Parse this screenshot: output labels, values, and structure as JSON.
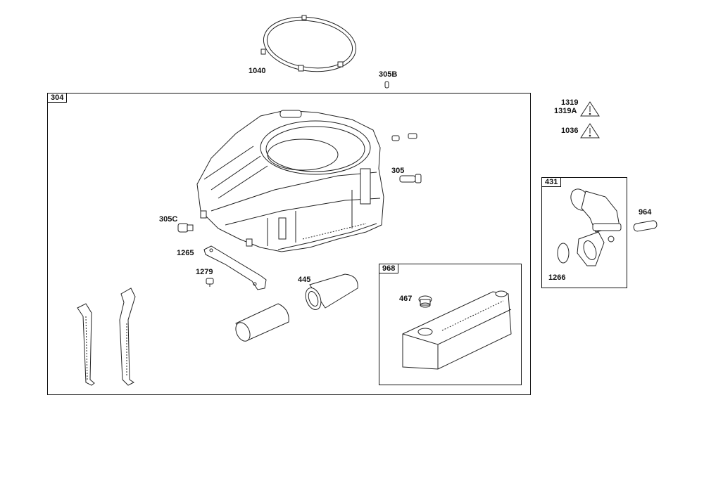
{
  "groups": {
    "main": "304",
    "intake": "431",
    "tank": "968"
  },
  "parts": {
    "p1040": "1040",
    "p305b": "305B",
    "p1319": "1319",
    "p1319a": "1319A",
    "p1036": "1036",
    "p305": "305",
    "p305c": "305C",
    "p1265": "1265",
    "p1279": "1279",
    "p445": "445",
    "p467": "467",
    "p964": "964",
    "p1266": "1266"
  },
  "icons": {
    "warning": "warning-triangle-icon"
  }
}
